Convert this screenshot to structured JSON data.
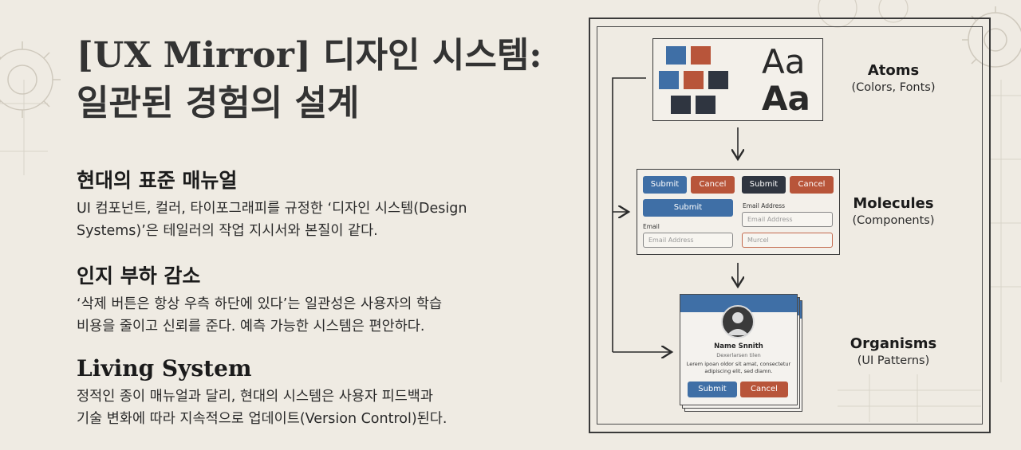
{
  "title": {
    "line1": "[UX Mirror] 디자인 시스템:",
    "line2": "일관된 경험의 설계"
  },
  "sections": [
    {
      "heading": "현대의 표준 매뉴얼",
      "lines": [
        "UI 컴포넌트, 컬러, 타이포그래피를 규정한 ‘디자인 시스템(Design",
        "Systems)’은 테일러의 작업 지시서와 본질이 같다."
      ]
    },
    {
      "heading": "인지 부하 감소",
      "lines": [
        "‘삭제 버튼은 항상 우측 하단에 있다’는 일관성은 사용자의 학습",
        "비용을 줄이고 신뢰를 준다. 예측 가능한 시스템은 편안하다."
      ]
    },
    {
      "heading": "Living System",
      "lines": [
        "정적인 종이 매뉴얼과 달리, 현대의 시스템은 사용자 피드백과",
        "기술 변화에 따라 지속적으로 업데이트(Version Control)된다."
      ]
    }
  ],
  "diagram": {
    "atoms": {
      "glyph_light": "Aa",
      "glyph_bold": "Aa",
      "label": "Atoms",
      "sublabel": "(Colors, Fonts)",
      "swatch_colors": [
        "#3f6fa6",
        "#b8553a",
        "#2f3540"
      ]
    },
    "molecules": {
      "label": "Molecules",
      "sublabel": "(Components)",
      "submit1": "Submit",
      "cancel1": "Cancel",
      "submit2": "Submit",
      "cancel2": "Cancel",
      "submit_wide": "Submit",
      "email_label_left": "Email",
      "email_placeholder_left": "Email Address",
      "email_label_right": "Email Address",
      "email_placeholder_right": "Email Address",
      "error_placeholder": "Murcel"
    },
    "organisms": {
      "label": "Organisms",
      "sublabel": "(UI Patterns)",
      "name": "Name Snnith",
      "subtitle": "Dexerlarsen tilen",
      "desc_line1": "Lerem ipoan oldor sit amat, consectetur",
      "desc_line2": "adipiscing elit, sed diamn.",
      "submit": "Submit",
      "cancel": "Cancel"
    },
    "colors": {
      "blue": "#3f6fa6",
      "rust": "#b8553a",
      "dark": "#2f3540"
    }
  }
}
